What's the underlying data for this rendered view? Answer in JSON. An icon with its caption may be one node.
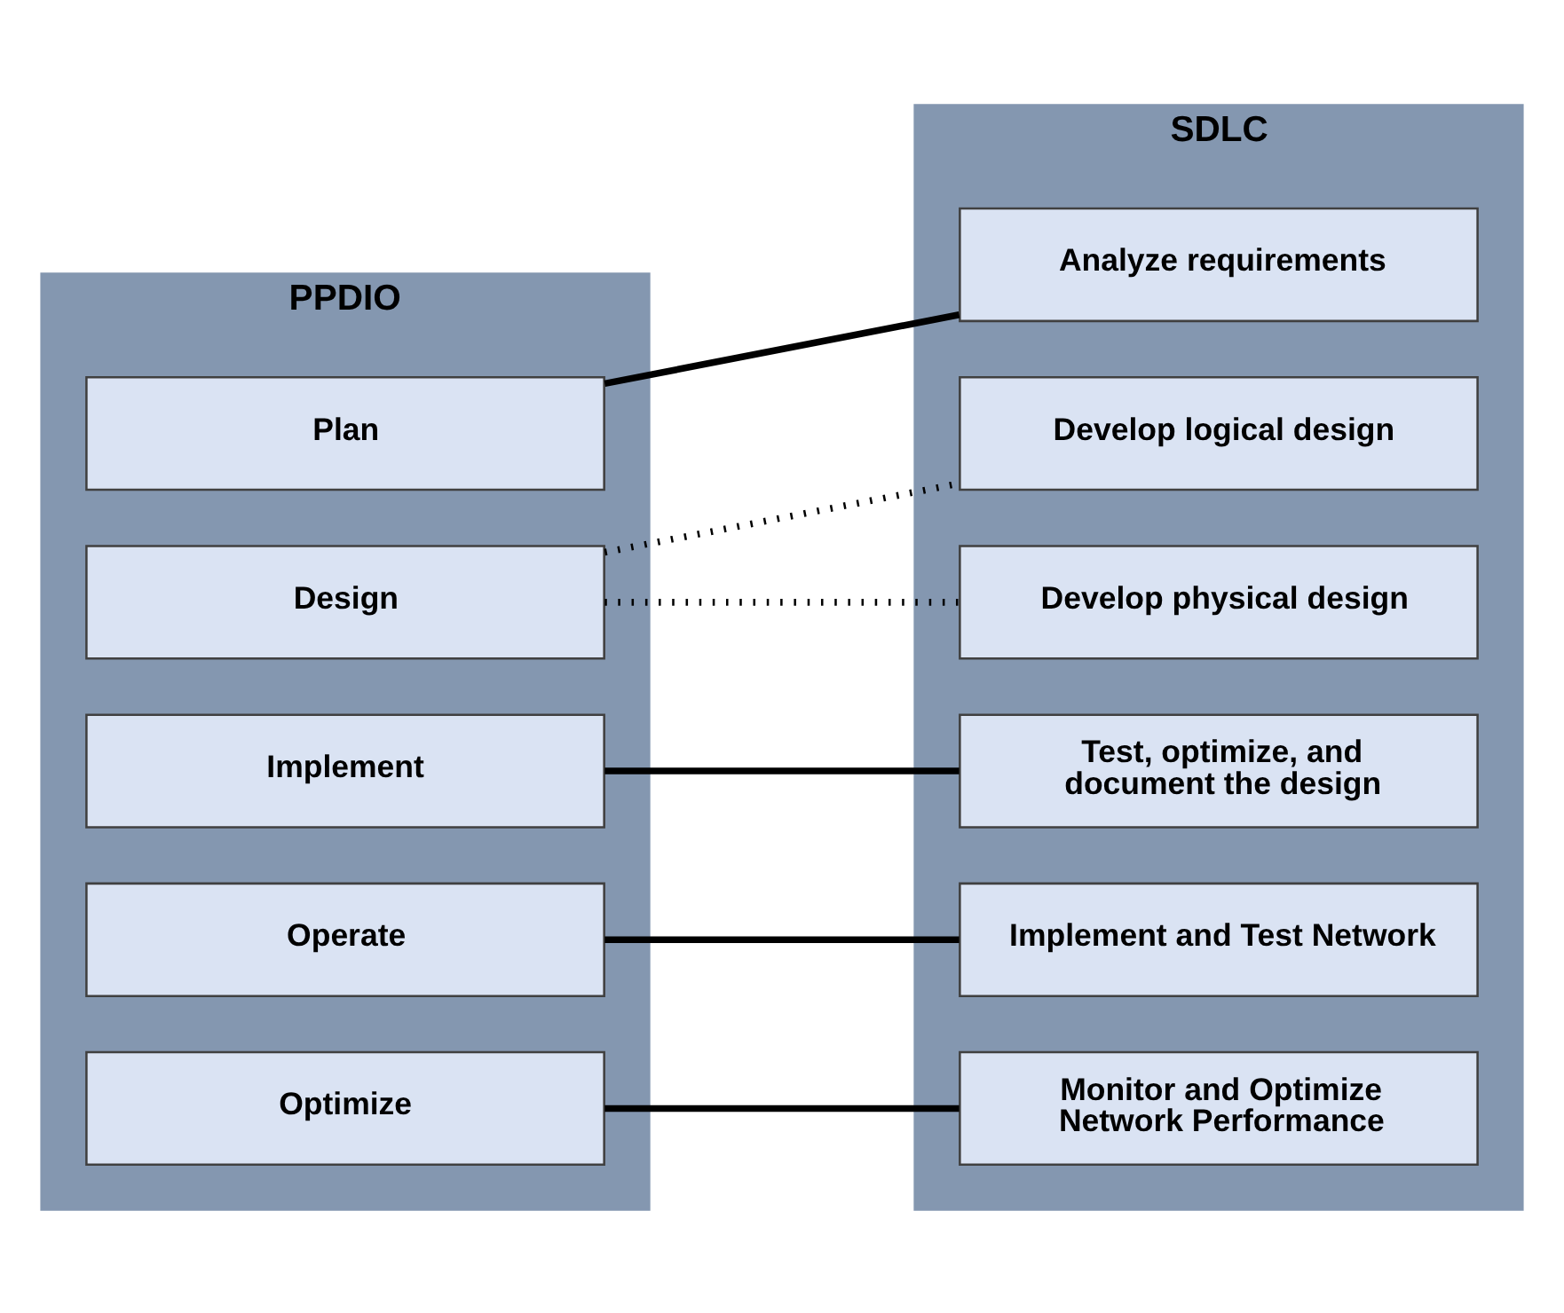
{
  "diagram": {
    "nodes": [
      {
        "text": [
          "PPDIO"
        ]
      },
      {
        "text": [
          "Plan"
        ],
        "in": 0
      },
      {
        "text": [
          "Design"
        ],
        "in": 0
      },
      {
        "text": [
          "Implement"
        ],
        "in": 0
      },
      {
        "text": [
          "Operate"
        ],
        "in": 0
      },
      {
        "text": [
          "Optimize"
        ],
        "in": 0
      },
      {
        "text": [
          "SDLC"
        ]
      },
      {
        "text": [
          "Analyze requirements"
        ],
        "in": 6
      },
      {
        "text": [
          "Develop logical design"
        ],
        "in": 6
      },
      {
        "text": [
          "Develop physical design"
        ],
        "in": 6
      },
      {
        "text": [
          "Test, optimize, and document the design"
        ],
        "in": 6
      },
      {
        "text": [
          "Implement and Test Network"
        ],
        "in": 6
      },
      {
        "text": [
          "Monitor and Optimize Network Performance"
        ],
        "in": 6
      }
    ],
    "edges": [
      {
        "from": 1,
        "to": 7,
        "arrow": "none"
      },
      {
        "from": 2,
        "to": 8,
        "arrow": "none",
        "style": "dashed"
      },
      {
        "from": 2,
        "to": 9,
        "arrow": "none",
        "style": "dashed"
      },
      {
        "from": 3,
        "to": 10,
        "arrow": "none"
      },
      {
        "from": 4,
        "to": 11,
        "arrow": "none"
      },
      {
        "from": 5,
        "to": 12,
        "arrow": "none"
      }
    ]
  }
}
